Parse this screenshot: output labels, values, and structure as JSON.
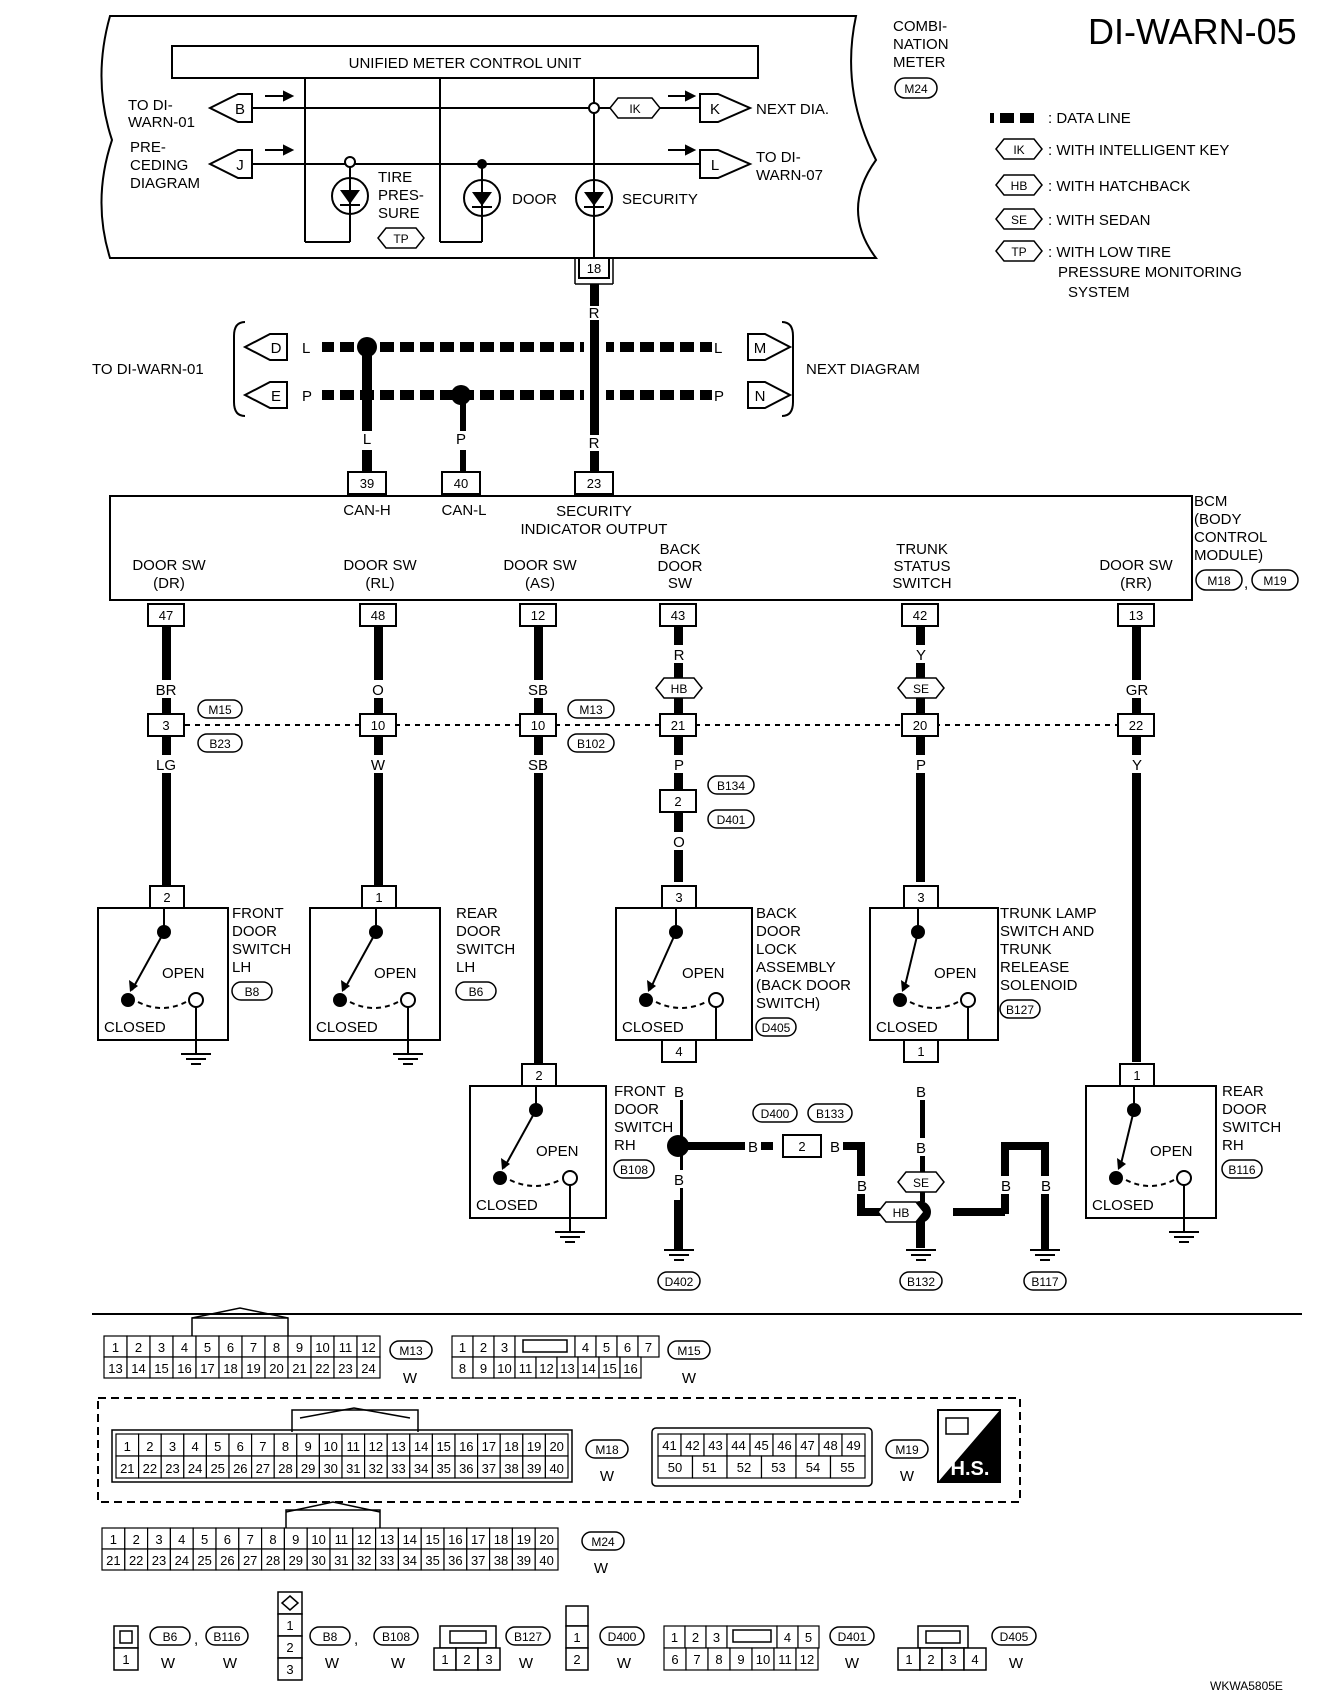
{
  "diagram": {
    "page_code": "DI-WARN-05",
    "footer_code": "WKWA5805E",
    "meter_unit": {
      "title": "UNIFIED METER CONTROL UNIT",
      "label": [
        "COMBI-",
        "NATION",
        "METER"
      ],
      "connector": "M24"
    },
    "meter_signals": {
      "to_warn01": [
        "TO DI-",
        "WARN-01"
      ],
      "b_tag": "B",
      "preceding": [
        "PRE-",
        "CEDING",
        "DIAGRAM"
      ],
      "j_tag": "J",
      "ik_tag": "IK",
      "k_tag": "K",
      "next_dia": "NEXT DIA.",
      "l_tag": "L",
      "to_warn07": [
        "TO DI-",
        "WARN-07"
      ],
      "tire": [
        "TIRE",
        "PRES-",
        "SURE"
      ],
      "tp_tag": "TP",
      "door": "DOOR",
      "security": "SECURITY",
      "pin18": "18"
    },
    "legend": [
      {
        "tag": "",
        "text": ": DATA LINE"
      },
      {
        "tag": "IK",
        "text": ": WITH INTELLIGENT KEY"
      },
      {
        "tag": "HB",
        "text": ": WITH HATCHBACK"
      },
      {
        "tag": "SE",
        "text": ": WITH SEDAN"
      },
      {
        "tag": "TP",
        "text": ": WITH LOW TIRE",
        "line2": "PRESSURE MONITORING",
        "line3": "SYSTEM"
      }
    ],
    "can_bus": {
      "to_warn01": "TO DI-WARN-01",
      "next_diagram": "NEXT DIAGRAM",
      "d": "D",
      "e": "E",
      "m": "M",
      "n": "N",
      "l": "L",
      "p": "P",
      "r": "R"
    },
    "bcm": {
      "label": [
        "BCM",
        "(BODY",
        "CONTROL",
        "MODULE)"
      ],
      "conn1": "M18",
      "conn2": "M19",
      "pin39": "39",
      "pin40": "40",
      "pin23": "23",
      "can_h": "CAN-H",
      "can_l": "CAN-L",
      "security_out": [
        "SECURITY",
        "INDICATOR OUTPUT"
      ],
      "inputs": [
        {
          "label": [
            "DOOR SW",
            "(DR)"
          ],
          "pin": "47"
        },
        {
          "label": [
            "DOOR SW",
            "(RL)"
          ],
          "pin": "48"
        },
        {
          "label": [
            "DOOR SW",
            "(AS)"
          ],
          "pin": "12"
        },
        {
          "label": [
            "BACK",
            "DOOR",
            "SW"
          ],
          "pin": "43"
        },
        {
          "label": [
            "TRUNK",
            "STATUS",
            "SWITCH"
          ],
          "pin": "42"
        },
        {
          "label": [
            "DOOR SW",
            "(RR)"
          ],
          "pin": "13"
        }
      ]
    },
    "wires": {
      "br": "BR",
      "o": "O",
      "sb": "SB",
      "r": "R",
      "y": "Y",
      "gr": "GR",
      "lg": "LG",
      "w": "W",
      "p": "P",
      "b": "B",
      "hb": "HB",
      "se": "SE"
    },
    "joints": {
      "m15": "M15",
      "b23": "B23",
      "m13": "M13",
      "b102": "B102",
      "pin3": "3",
      "pin10a": "10",
      "pin10b": "10",
      "pin21": "21",
      "pin20": "20",
      "pin22": "22",
      "b134": "B134",
      "d401": "D401",
      "pin2": "2"
    },
    "switches": [
      {
        "pin": "2",
        "name": [
          "FRONT",
          "DOOR",
          "SWITCH",
          "LH"
        ],
        "conn": "B8"
      },
      {
        "pin": "1",
        "name": [
          "REAR",
          "DOOR",
          "SWITCH",
          "LH"
        ],
        "conn": "B6"
      },
      {
        "pin": "2",
        "name": [
          "FRONT",
          "DOOR",
          "SWITCH",
          "RH"
        ],
        "conn": "B108"
      },
      {
        "pin": "3",
        "pin_out": "4",
        "name": [
          "BACK",
          "DOOR",
          "LOCK",
          "ASSEMBLY",
          "(BACK DOOR",
          "SWITCH)"
        ],
        "conn": "D405"
      },
      {
        "pin": "3",
        "pin_out": "1",
        "name": [
          "TRUNK LAMP",
          "SWITCH AND",
          "TRUNK",
          "RELEASE",
          "SOLENOID"
        ],
        "conn": "B127"
      },
      {
        "pin": "1",
        "name": [
          "REAR",
          "DOOR",
          "SWITCH",
          "RH"
        ],
        "conn": "B116"
      }
    ],
    "switch_states": {
      "open": "OPEN",
      "closed": "CLOSED"
    },
    "grounds": {
      "d400": "D400",
      "b133": "B133",
      "pin2": "2",
      "d402": "D402",
      "b132": "B132",
      "b117": "B117"
    },
    "connectors": {
      "m13": "M13",
      "m15": "M15",
      "m18": "M18",
      "m19": "M19",
      "m24": "M24",
      "b6": "B6",
      "b116": "B116",
      "b8": "B8",
      "b108": "B108",
      "b127": "B127",
      "d400": "D400",
      "d401": "D401",
      "d405": "D405",
      "w": "W",
      "hs": "H.S.",
      "comma": ","
    }
  }
}
